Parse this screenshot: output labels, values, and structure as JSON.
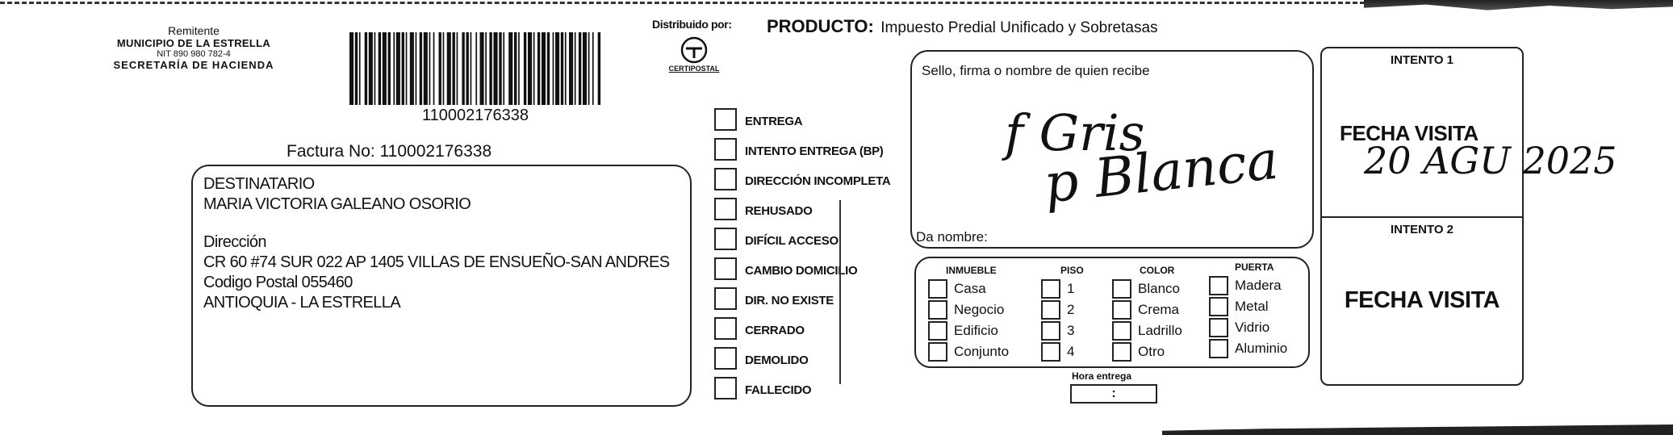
{
  "sender": {
    "heading": "Remitente",
    "line1": "MUNICIPIO DE LA ESTRELLA",
    "line2": "NIT 890 980 782-4",
    "line3": "SECRETARÍA DE HACIENDA"
  },
  "barcode": {
    "number": "110002176338"
  },
  "invoice": {
    "label": "Factura No: 110002176338"
  },
  "distributor": {
    "label": "Distribuido por:",
    "logo_text": "CERTIPOSTAL"
  },
  "product": {
    "label": "PRODUCTO:",
    "value": "Impuesto Predial Unificado y Sobretasas"
  },
  "recipient": {
    "heading": "DESTINATARIO",
    "name": "MARIA  VICTORIA GALEANO  OSORIO",
    "address_label": "Dirección",
    "address": "CR 60  #74 SUR 022 AP 1405 VILLAS DE ENSUEÑO-SAN ANDRES",
    "postal_code": "Codigo Postal  055460",
    "location": "ANTIOQUIA - LA ESTRELLA"
  },
  "statuses": [
    "ENTREGA",
    "INTENTO ENTREGA (BP)",
    "DIRECCIÓN INCOMPLETA",
    "REHUSADO",
    "DIFÍCIL ACCESO",
    "CAMBIO DOMICILIO",
    "DIR. NO EXISTE",
    "CERRADO",
    "DEMOLIDO",
    "FALLECIDO"
  ],
  "receiver": {
    "heading": "Sello, firma o nombre de quien recibe",
    "name_label": "Da nombre:",
    "handwriting_line1": "f Gris",
    "handwriting_line2": "p Blanca"
  },
  "property": {
    "columns": [
      {
        "heading": "INMUEBLE",
        "options": [
          "Casa",
          "Negocio",
          "Edificio",
          "Conjunto"
        ]
      },
      {
        "heading": "PISO",
        "options": [
          "1",
          "2",
          "3",
          "4"
        ]
      },
      {
        "heading": "COLOR",
        "options": [
          "Blanco",
          "Crema",
          "Ladrillo",
          "Otro"
        ]
      },
      {
        "heading": "PUERTA",
        "options": [
          "Madera",
          "Metal",
          "Vidrio",
          "Aluminio"
        ]
      }
    ],
    "delivery_time_label": "Hora entrega",
    "delivery_time_value": ":"
  },
  "attempt1": {
    "heading": "INTENTO 1",
    "label": "FECHA VISITA",
    "handwritten_date": "20 AGU 2025"
  },
  "attempt2": {
    "heading": "INTENTO 2",
    "label": "FECHA VISITA"
  }
}
